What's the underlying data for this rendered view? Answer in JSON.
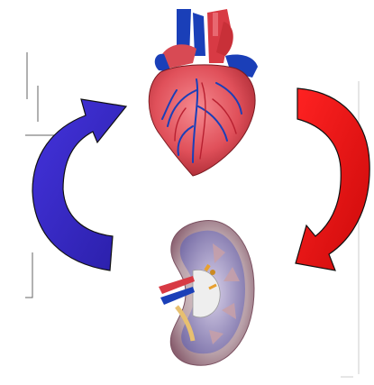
{
  "diagram": {
    "nodes": [
      {
        "id": "heart",
        "icon": "heart-icon"
      },
      {
        "id": "kidney",
        "icon": "kidney-icon"
      }
    ],
    "arrows": [
      {
        "id": "heart-to-kidney",
        "from": "heart",
        "to": "kidney",
        "color": "#ee1111",
        "icon": "curved-arrow-icon"
      },
      {
        "id": "kidney-to-heart",
        "from": "kidney",
        "to": "heart",
        "color": "#3322cc",
        "icon": "curved-arrow-icon"
      }
    ]
  },
  "colors": {
    "background": "#ffffff",
    "heart_red": "#e0505a",
    "vessel_blue": "#1a3fb8",
    "kidney_cortex": "#8a7fb0",
    "kidney_outer": "#b89090"
  }
}
